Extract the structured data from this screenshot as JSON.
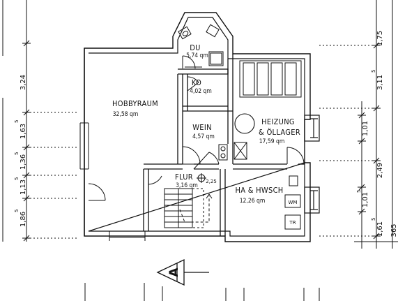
{
  "rooms": {
    "du": {
      "name": "DU",
      "area": "5,74 qm"
    },
    "ko": {
      "name": "KO",
      "area": "4,02 qm"
    },
    "hobbyraum": {
      "name": "HOBBYRAUM",
      "area": "32,58 qm"
    },
    "wein": {
      "name": "WEIN",
      "area": "4,57 qm"
    },
    "heizung": {
      "name_line1": "HEIZUNG",
      "name_line2": "& ÖLLAGER",
      "area": "17,59 qm"
    },
    "flur": {
      "name": "FLUR",
      "area": "3,16 qm"
    },
    "hawsch": {
      "name": "HA & HWSCH",
      "area": "12,26 qm"
    }
  },
  "fixtures": {
    "washing_machine": "WM",
    "dryer": "TR",
    "level_mark": "2,25"
  },
  "section_marker": "A",
  "dimensions": {
    "left": [
      {
        "value": "3,24"
      },
      {
        "value": "1,63",
        "sup": "5"
      },
      {
        "value": "1,36",
        "sup": "5"
      },
      {
        "value": "1,13",
        "sup": "5"
      },
      {
        "value": "1,86",
        "sup": "5"
      }
    ],
    "right_inner": [
      {
        "value": "1,75"
      },
      {
        "value": "3,11",
        "sup": "5"
      },
      {
        "value": "2,49"
      },
      {
        "value": "1,61",
        "sup": "5"
      }
    ],
    "right_middle": [
      {
        "value": "1,01"
      },
      {
        "value": "1,01",
        "sup": "5"
      }
    ],
    "right_edge": [
      {
        "value": "365"
      }
    ]
  },
  "colors": {
    "ink": "#111111",
    "paper": "#ffffff"
  }
}
